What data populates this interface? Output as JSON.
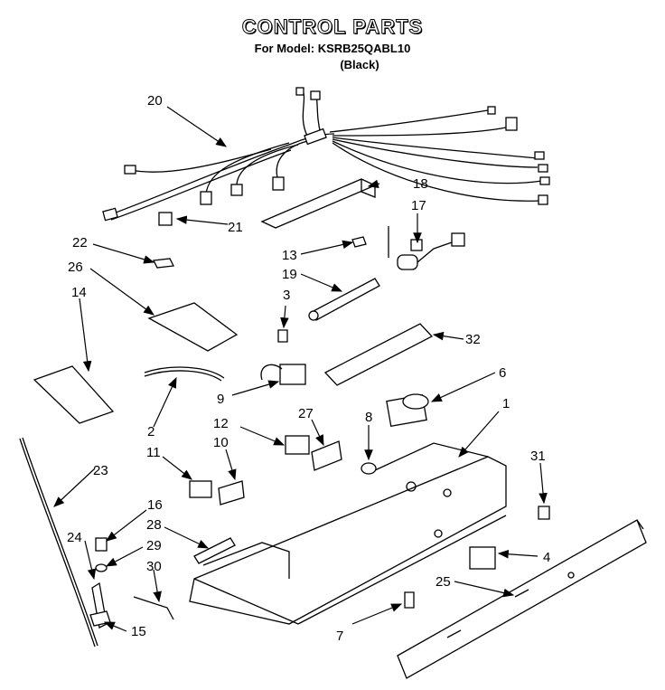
{
  "title": "CONTROL PARTS",
  "model_line": "For Model: KSRB25QABL10",
  "color_line": "(Black)",
  "labels": [
    {
      "id": "p1",
      "text": "1"
    },
    {
      "id": "p2",
      "text": "2"
    },
    {
      "id": "p3",
      "text": "3"
    },
    {
      "id": "p4",
      "text": "4"
    },
    {
      "id": "p6",
      "text": "6"
    },
    {
      "id": "p7",
      "text": "7"
    },
    {
      "id": "p8",
      "text": "8"
    },
    {
      "id": "p9",
      "text": "9"
    },
    {
      "id": "p10",
      "text": "10"
    },
    {
      "id": "p11",
      "text": "11"
    },
    {
      "id": "p12",
      "text": "12"
    },
    {
      "id": "p13",
      "text": "13"
    },
    {
      "id": "p14",
      "text": "14"
    },
    {
      "id": "p15",
      "text": "15"
    },
    {
      "id": "p16",
      "text": "16"
    },
    {
      "id": "p17",
      "text": "17"
    },
    {
      "id": "p18",
      "text": "18"
    },
    {
      "id": "p19",
      "text": "19"
    },
    {
      "id": "p20",
      "text": "20"
    },
    {
      "id": "p21",
      "text": "21"
    },
    {
      "id": "p22",
      "text": "22"
    },
    {
      "id": "p23",
      "text": "23"
    },
    {
      "id": "p24",
      "text": "24"
    },
    {
      "id": "p25",
      "text": "25"
    },
    {
      "id": "p26",
      "text": "26"
    },
    {
      "id": "p27",
      "text": "27"
    },
    {
      "id": "p28",
      "text": "28"
    },
    {
      "id": "p29",
      "text": "29"
    },
    {
      "id": "p30",
      "text": "30"
    },
    {
      "id": "p31",
      "text": "31"
    },
    {
      "id": "p32",
      "text": "32"
    }
  ]
}
